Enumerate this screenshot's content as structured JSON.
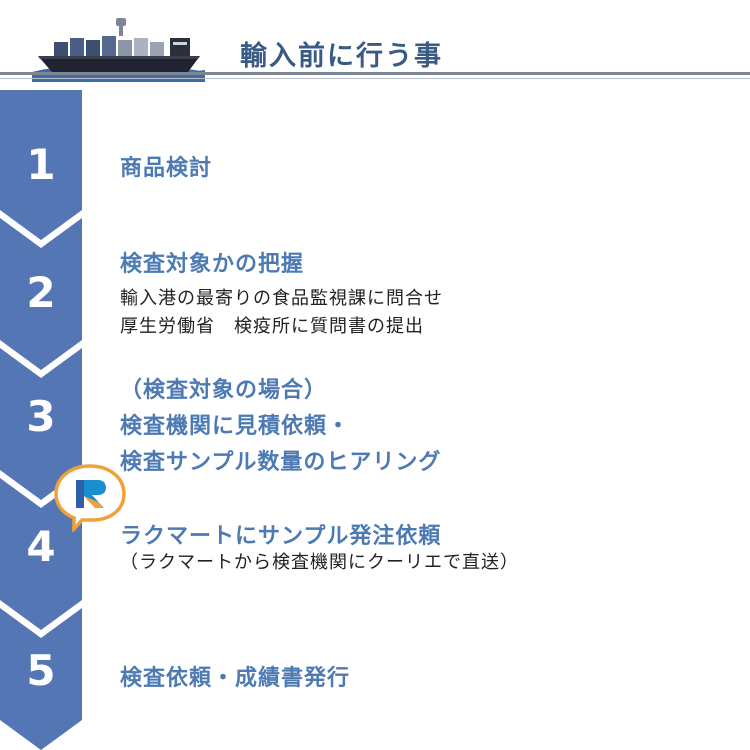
{
  "header": {
    "title": "輸入前に行う事",
    "ship_icon": "cargo-ship-icon"
  },
  "steps": [
    {
      "num": "1",
      "title": "商品検討"
    },
    {
      "num": "2",
      "title": "検査対象かの把握",
      "lines": [
        "輸入港の最寄りの食品監視課に問合せ",
        "厚生労働省　検疫所に質問書の提出"
      ]
    },
    {
      "num": "3",
      "title_lines": [
        "（検査対象の場合）",
        "検査機関に見積依頼・",
        "検査サンプル数量のヒアリング"
      ]
    },
    {
      "num": "4",
      "title": "ラクマートにサンプル発注依頼",
      "lines": [
        "（ラクマートから検査機関にクーリエで直送）"
      ]
    },
    {
      "num": "5",
      "title": "検査依頼・成績書発行"
    }
  ],
  "colors": {
    "steps": [
      "#5476b5",
      "#5476b5",
      "#5476b5",
      "#5476b5",
      "#5476b5"
    ],
    "title": "#3a5a86",
    "text_blue": "#4e7ab4",
    "logo_ring": "#f0a23a"
  },
  "logo_icon": "rakumart-logo-icon"
}
